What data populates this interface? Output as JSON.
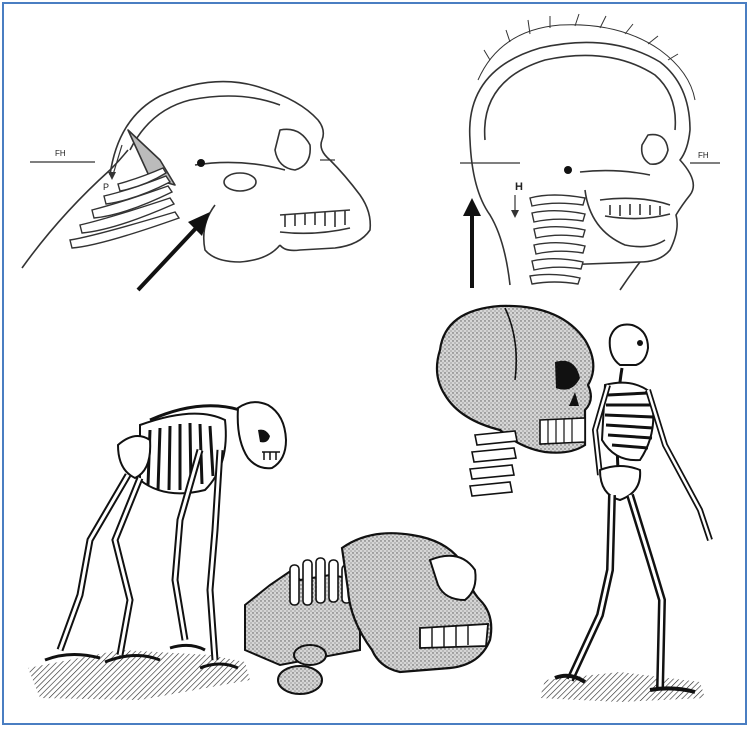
{
  "figure": {
    "ape_skull": {
      "label_fh": "FH",
      "label_p": "P"
    },
    "human_skull": {
      "label_fh": "FH",
      "label_h": "H"
    }
  },
  "colors": {
    "frame_border": "#4a7ec2",
    "line": "#333333",
    "ink": "#111111",
    "bone_fill": "#ececec",
    "shade_fill": "#9a9a9a"
  },
  "icons": [
    "arrow-diagonal-icon",
    "arrow-up-icon"
  ]
}
